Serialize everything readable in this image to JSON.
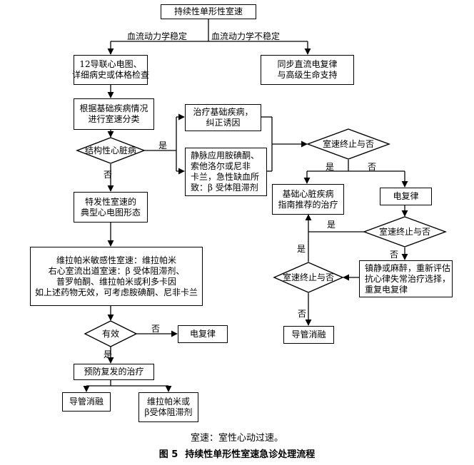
{
  "flowchart": {
    "start": "持续性单形性室速",
    "branch_stable": "血流动力学稳定",
    "branch_unstable": "血流动力学不稳定",
    "ecg_exam": [
      "12导联心电图、",
      "详细病史或体格检查"
    ],
    "sync_cardioversion": [
      "同步直流电复律",
      "与高级生命支持"
    ],
    "classify": [
      "根据基础疾病情况",
      "进行室速分类"
    ],
    "structural_hd": "结构性心脏病",
    "yes": "是",
    "no": "否",
    "treat_underlying": [
      "治疗基础疾病，",
      "纠正诱因"
    ],
    "iv_drugs": [
      "静脉应用胺碘酮、",
      "索他洛尔或尼非",
      "卡兰，急性缺血所",
      "致：β 受体阻滞剂"
    ],
    "vt_terminated": "室速终止与否",
    "guideline_treatment": [
      "基础心脏疾病",
      "指南推荐的治疗"
    ],
    "cardioversion": "电复律",
    "sedation": [
      "镇静或麻醉，重新评估",
      "抗心律失常治疗选择，",
      "重复电复律"
    ],
    "catheter_ablation": "导管消融",
    "idiopathic_ecg": [
      "特发性室速的",
      "典型心电图形态"
    ],
    "verapamil_text": [
      "维拉帕米敏感性室速：维拉帕米",
      "右心室流出道室速：β 受体阻滞剂、",
      "普罗帕酮、维拉帕米或利多卡因",
      "如上述药物无效，可考虑胺碘酮、尼非卡兰"
    ],
    "effective": "有效",
    "prevent_recurrence": "预防复发的治疗",
    "verapamil_or_beta": [
      "维拉帕米或",
      "β受体阻滞剂"
    ]
  },
  "caption": {
    "note": "室速：室性心动过速。",
    "figure_number": "图 5",
    "title": "持续性单形性室速急诊处理流程"
  }
}
